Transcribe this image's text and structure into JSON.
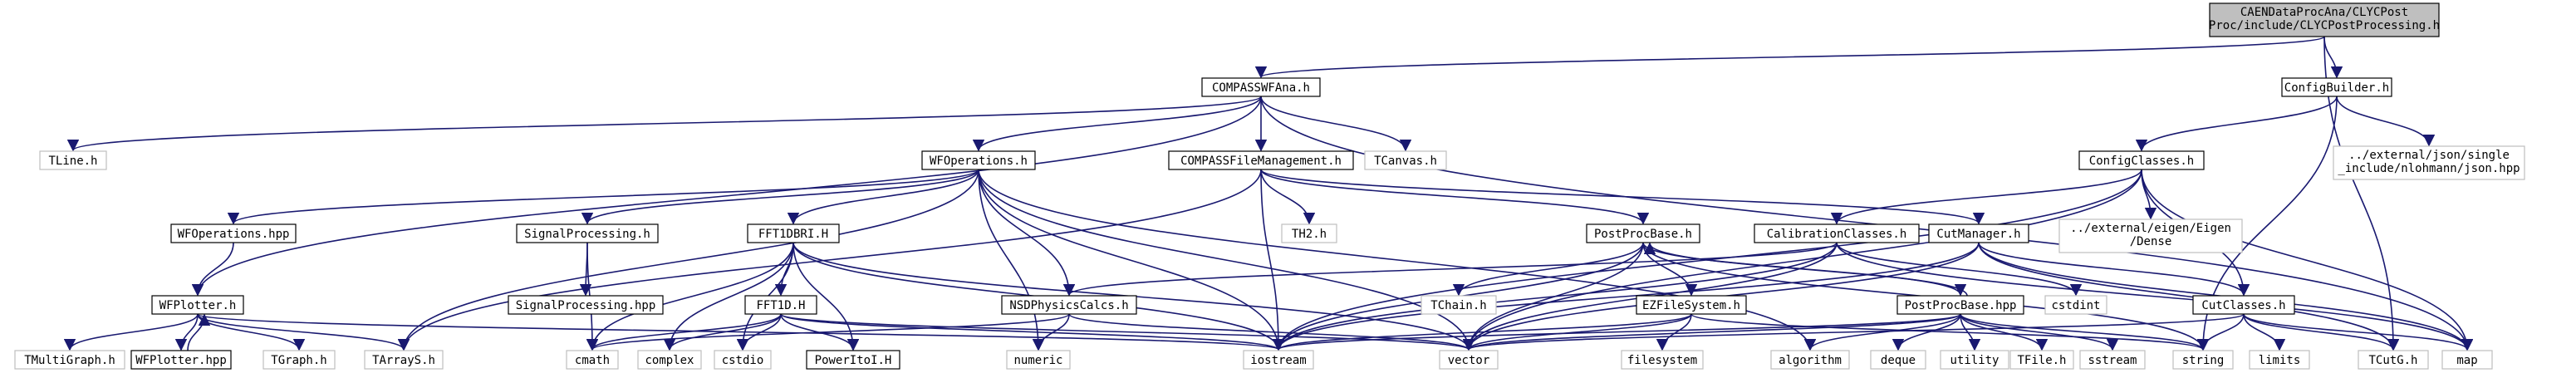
{
  "graph": {
    "colors": {
      "edge": "#191970",
      "border_local": "#000000",
      "border_system": "#bfbfbf",
      "root_fill": "#bfbfbf"
    },
    "nodes": [
      {
        "id": "root",
        "lines": [
          "CAENDataProcAna/CLYCPost",
          "Proc/include/CLYCPostProcessing.h"
        ],
        "kind": "root"
      },
      {
        "id": "compasswfana",
        "lines": [
          "COMPASSWFAna.h"
        ],
        "kind": "local"
      },
      {
        "id": "configbuilder",
        "lines": [
          "ConfigBuilder.h"
        ],
        "kind": "local"
      },
      {
        "id": "tline",
        "lines": [
          "TLine.h"
        ],
        "kind": "system"
      },
      {
        "id": "wfoperations_h",
        "lines": [
          "WFOperations.h"
        ],
        "kind": "local"
      },
      {
        "id": "compassfilemgmt",
        "lines": [
          "COMPASSFileManagement.h"
        ],
        "kind": "local"
      },
      {
        "id": "tcanvas",
        "lines": [
          "TCanvas.h"
        ],
        "kind": "system"
      },
      {
        "id": "configclasses",
        "lines": [
          "ConfigClasses.h"
        ],
        "kind": "local"
      },
      {
        "id": "json",
        "lines": [
          "../external/json/single",
          "_include/nlohmann/json.hpp"
        ],
        "kind": "system"
      },
      {
        "id": "wfoperations_hpp",
        "lines": [
          "WFOperations.hpp"
        ],
        "kind": "local"
      },
      {
        "id": "signalprocessing_h",
        "lines": [
          "SignalProcessing.h"
        ],
        "kind": "local"
      },
      {
        "id": "fft1dbri",
        "lines": [
          "FFT1DBRI.H"
        ],
        "kind": "local"
      },
      {
        "id": "th2",
        "lines": [
          "TH2.h"
        ],
        "kind": "system"
      },
      {
        "id": "postprocbase_h",
        "lines": [
          "PostProcBase.h"
        ],
        "kind": "local"
      },
      {
        "id": "calibrationclasses",
        "lines": [
          "CalibrationClasses.h"
        ],
        "kind": "local"
      },
      {
        "id": "cutmanager",
        "lines": [
          "CutManager.h"
        ],
        "kind": "local"
      },
      {
        "id": "eigen",
        "lines": [
          "../external/eigen/Eigen",
          "/Dense"
        ],
        "kind": "system"
      },
      {
        "id": "signalprocessing_hpp",
        "lines": [
          "SignalProcessing.hpp"
        ],
        "kind": "local"
      },
      {
        "id": "wfplotter_h",
        "lines": [
          "WFPlotter.h"
        ],
        "kind": "local"
      },
      {
        "id": "fft1d",
        "lines": [
          "FFT1D.H"
        ],
        "kind": "local"
      },
      {
        "id": "nsdphysicscalcs",
        "lines": [
          "NSDPhysicsCalcs.h"
        ],
        "kind": "local"
      },
      {
        "id": "tchain",
        "lines": [
          "TChain.h"
        ],
        "kind": "system"
      },
      {
        "id": "ezfilesystem",
        "lines": [
          "EZFileSystem.h"
        ],
        "kind": "local"
      },
      {
        "id": "postprocbase_hpp",
        "lines": [
          "PostProcBase.hpp"
        ],
        "kind": "local"
      },
      {
        "id": "cstdint",
        "lines": [
          "cstdint"
        ],
        "kind": "system"
      },
      {
        "id": "cutclasses",
        "lines": [
          "CutClasses.h"
        ],
        "kind": "local"
      },
      {
        "id": "tmultigraph",
        "lines": [
          "TMultiGraph.h"
        ],
        "kind": "system"
      },
      {
        "id": "wfplotter_hpp",
        "lines": [
          "WFPlotter.hpp"
        ],
        "kind": "local"
      },
      {
        "id": "tgraph",
        "lines": [
          "TGraph.h"
        ],
        "kind": "system"
      },
      {
        "id": "tarrays",
        "lines": [
          "TArrayS.h"
        ],
        "kind": "system"
      },
      {
        "id": "cmath",
        "lines": [
          "cmath"
        ],
        "kind": "system"
      },
      {
        "id": "complex",
        "lines": [
          "complex"
        ],
        "kind": "system"
      },
      {
        "id": "cstdio",
        "lines": [
          "cstdio"
        ],
        "kind": "system"
      },
      {
        "id": "powertoi",
        "lines": [
          "PowerItoI.H"
        ],
        "kind": "local"
      },
      {
        "id": "numeric",
        "lines": [
          "numeric"
        ],
        "kind": "system"
      },
      {
        "id": "iostream",
        "lines": [
          "iostream"
        ],
        "kind": "system"
      },
      {
        "id": "vector",
        "lines": [
          "vector"
        ],
        "kind": "system"
      },
      {
        "id": "filesystem",
        "lines": [
          "filesystem"
        ],
        "kind": "system"
      },
      {
        "id": "algorithm",
        "lines": [
          "algorithm"
        ],
        "kind": "system"
      },
      {
        "id": "deque",
        "lines": [
          "deque"
        ],
        "kind": "system"
      },
      {
        "id": "utility",
        "lines": [
          "utility"
        ],
        "kind": "system"
      },
      {
        "id": "tfile",
        "lines": [
          "TFile.h"
        ],
        "kind": "system"
      },
      {
        "id": "sstream",
        "lines": [
          "sstream"
        ],
        "kind": "system"
      },
      {
        "id": "string",
        "lines": [
          "string"
        ],
        "kind": "system"
      },
      {
        "id": "limits",
        "lines": [
          "limits"
        ],
        "kind": "system"
      },
      {
        "id": "tcutg",
        "lines": [
          "TCutG.h"
        ],
        "kind": "system"
      },
      {
        "id": "map",
        "lines": [
          "map"
        ],
        "kind": "system"
      }
    ],
    "edges": [
      [
        "root",
        "compasswfana"
      ],
      [
        "root",
        "configbuilder"
      ],
      [
        "root",
        "tcutg"
      ],
      [
        "compasswfana",
        "tline"
      ],
      [
        "compasswfana",
        "wfoperations_h"
      ],
      [
        "compasswfana",
        "compassfilemgmt"
      ],
      [
        "compasswfana",
        "tcanvas"
      ],
      [
        "compasswfana",
        "wfplotter_h"
      ],
      [
        "compasswfana",
        "map"
      ],
      [
        "configbuilder",
        "configclasses"
      ],
      [
        "configbuilder",
        "json"
      ],
      [
        "configbuilder",
        "string"
      ],
      [
        "wfoperations_h",
        "wfoperations_hpp"
      ],
      [
        "wfoperations_h",
        "signalprocessing_h"
      ],
      [
        "wfoperations_h",
        "fft1dbri"
      ],
      [
        "wfoperations_h",
        "nsdphysicscalcs"
      ],
      [
        "wfoperations_h",
        "numeric"
      ],
      [
        "wfoperations_h",
        "iostream"
      ],
      [
        "wfoperations_h",
        "vector"
      ],
      [
        "wfoperations_h",
        "algorithm"
      ],
      [
        "wfoperations_h",
        "tarrays"
      ],
      [
        "compassfilemgmt",
        "th2"
      ],
      [
        "compassfilemgmt",
        "postprocbase_h"
      ],
      [
        "compassfilemgmt",
        "cutmanager"
      ],
      [
        "compassfilemgmt",
        "iostream"
      ],
      [
        "compassfilemgmt",
        "tarrays"
      ],
      [
        "configclasses",
        "calibrationclasses"
      ],
      [
        "configclasses",
        "eigen"
      ],
      [
        "configclasses",
        "cutclasses"
      ],
      [
        "configclasses",
        "iostream"
      ],
      [
        "configclasses",
        "vector"
      ],
      [
        "configclasses",
        "map"
      ],
      [
        "wfoperations_hpp",
        "wfplotter_h"
      ],
      [
        "signalprocessing_h",
        "signalprocessing_hpp"
      ],
      [
        "signalprocessing_h",
        "cmath"
      ],
      [
        "fft1dbri",
        "fft1d"
      ],
      [
        "fft1dbri",
        "powertoi"
      ],
      [
        "fft1dbri",
        "cmath"
      ],
      [
        "fft1dbri",
        "complex"
      ],
      [
        "fft1dbri",
        "cstdio"
      ],
      [
        "fft1dbri",
        "iostream"
      ],
      [
        "fft1dbri",
        "vector"
      ],
      [
        "postprocbase_h",
        "tchain"
      ],
      [
        "postprocbase_h",
        "ezfilesystem"
      ],
      [
        "postprocbase_h",
        "postprocbase_hpp"
      ],
      [
        "postprocbase_h",
        "iostream"
      ],
      [
        "postprocbase_h",
        "vector"
      ],
      [
        "postprocbase_h",
        "string"
      ],
      [
        "calibrationclasses",
        "nsdphysicscalcs"
      ],
      [
        "calibrationclasses",
        "iostream"
      ],
      [
        "calibrationclasses",
        "vector"
      ],
      [
        "calibrationclasses",
        "cstdint"
      ],
      [
        "calibrationclasses",
        "map"
      ],
      [
        "cutmanager",
        "cutclasses"
      ],
      [
        "cutmanager",
        "iostream"
      ],
      [
        "cutmanager",
        "vector"
      ],
      [
        "cutmanager",
        "tcutg"
      ],
      [
        "cutmanager",
        "map"
      ],
      [
        "wfplotter_h",
        "tmultigraph"
      ],
      [
        "wfplotter_h",
        "wfplotter_hpp"
      ],
      [
        "wfplotter_h",
        "tgraph"
      ],
      [
        "wfplotter_h",
        "tarrays"
      ],
      [
        "wfplotter_h",
        "iostream"
      ],
      [
        "wfplotter_hpp",
        "wfplotter_h"
      ],
      [
        "fft1d",
        "cmath"
      ],
      [
        "fft1d",
        "complex"
      ],
      [
        "fft1d",
        "cstdio"
      ],
      [
        "fft1d",
        "powertoi"
      ],
      [
        "fft1d",
        "iostream"
      ],
      [
        "fft1d",
        "vector"
      ],
      [
        "nsdphysicscalcs",
        "cmath"
      ],
      [
        "nsdphysicscalcs",
        "numeric"
      ],
      [
        "nsdphysicscalcs",
        "vector"
      ],
      [
        "ezfilesystem",
        "filesystem"
      ],
      [
        "ezfilesystem",
        "iostream"
      ],
      [
        "ezfilesystem",
        "vector"
      ],
      [
        "ezfilesystem",
        "string"
      ],
      [
        "postprocbase_hpp",
        "postprocbase_h"
      ],
      [
        "postprocbase_hpp",
        "iostream"
      ],
      [
        "postprocbase_hpp",
        "algorithm"
      ],
      [
        "postprocbase_hpp",
        "deque"
      ],
      [
        "postprocbase_hpp",
        "utility"
      ],
      [
        "postprocbase_hpp",
        "tfile"
      ],
      [
        "postprocbase_hpp",
        "sstream"
      ],
      [
        "postprocbase_hpp",
        "string"
      ],
      [
        "postprocbase_hpp",
        "vector"
      ],
      [
        "cutclasses",
        "vector"
      ],
      [
        "cutclasses",
        "string"
      ],
      [
        "cutclasses",
        "limits"
      ],
      [
        "cutclasses",
        "tcutg"
      ],
      [
        "cutclasses",
        "map"
      ]
    ]
  }
}
